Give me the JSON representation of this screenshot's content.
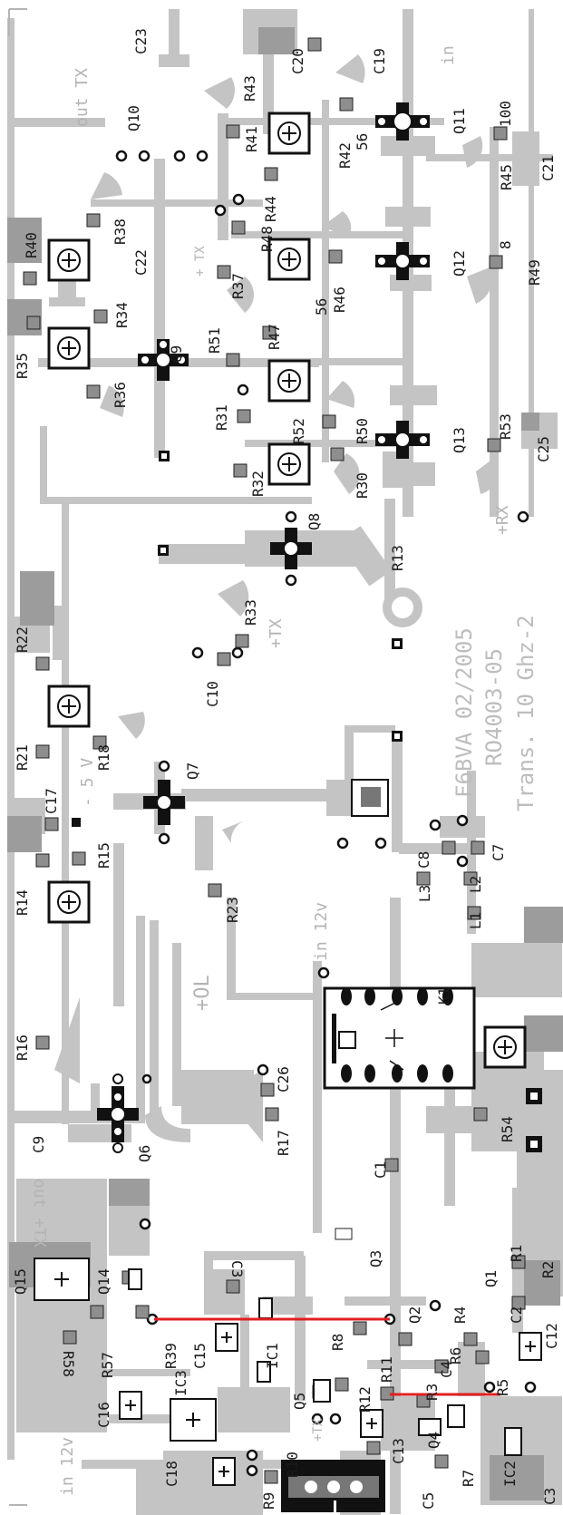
{
  "colors": {
    "trace": "#c4c4c4",
    "pad": "#111111",
    "pad_hole": "#ffffff",
    "jumper": "#e02020",
    "text": "#1a1a1a",
    "silk_text": "#b8b8b8"
  },
  "board": {
    "title_lines": [
      "F6BVA 02/2005",
      "RO4003-05",
      "Trans. 10 Ghz-2"
    ],
    "notes": {
      "out_tx": "out TX",
      "in_top": "in",
      "plus_tx_small": "+ TX",
      "plus_tx": "+TX",
      "plus_rx": "+RX",
      "minus_5v": "- 5 V",
      "in_12v_mid": "in 12v",
      "plus_ol": "+OL",
      "out_plus_tx": "out +TX",
      "in_12v_bottom": "in 12v",
      "plus_tx_bottom": "+TX",
      "val_56_a": "56",
      "val_56_b": "56",
      "val_100": "100",
      "val_8": "8"
    },
    "components": {
      "c23": "C23",
      "c20": "C20",
      "c19": "C19",
      "q10": "Q10",
      "r43": "R43",
      "r41": "R41",
      "r42": "R42",
      "q11": "Q11",
      "r45": "R45",
      "c21": "C21",
      "r40": "R40",
      "r38": "R38",
      "c22": "C22",
      "r37": "R37",
      "r48": "R48",
      "r44": "R44",
      "r46": "R46",
      "q12": "Q12",
      "r49": "R49",
      "r35": "R35",
      "r34": "R34",
      "r36": "R36",
      "q9": "Q9",
      "r51": "R51",
      "r47": "R47",
      "r31": "R31",
      "r52": "R52",
      "r50": "R50",
      "q13": "Q13",
      "r53": "R53",
      "c25": "C25",
      "r32": "R32",
      "r30": "R30",
      "q8": "Q8",
      "r13": "R13",
      "r33": "R33",
      "c10": "C10",
      "r22": "R22",
      "r21": "R21",
      "r18": "R18",
      "q7": "Q7",
      "c17": "C17",
      "r15": "R15",
      "r14": "R14",
      "r23": "R23",
      "c8": "C8",
      "c7": "C7",
      "l3": "L3",
      "l2": "L2",
      "l1": "L1",
      "k1": "K1",
      "r16": "R16",
      "r54": "R54",
      "c26": "C26",
      "c9": "C9",
      "q6": "Q6",
      "r17": "R17",
      "c1": "C1",
      "q15": "Q15",
      "q14": "Q14",
      "r57": "R57",
      "r58": "R58",
      "r39": "R39",
      "c15": "C15",
      "ic1": "IC1",
      "c3top": "C3",
      "q3": "Q3",
      "q1": "Q1",
      "r1": "R1",
      "r2": "R2",
      "q2": "Q2",
      "r4": "R4",
      "c2": "C2",
      "c12": "C12",
      "r8": "R8",
      "r6": "R6",
      "ic3": "IC3",
      "c16": "C16",
      "q5": "Q5",
      "r11": "R11",
      "r12": "R12",
      "c4": "C4",
      "r5": "R5",
      "r3": "R3",
      "q4": "Q4",
      "r10": "R10",
      "c13": "C13",
      "c18": "C18",
      "r7": "R7",
      "ic2": "IC2",
      "c3": "C3",
      "r9": "R9",
      "c5": "C5"
    }
  }
}
